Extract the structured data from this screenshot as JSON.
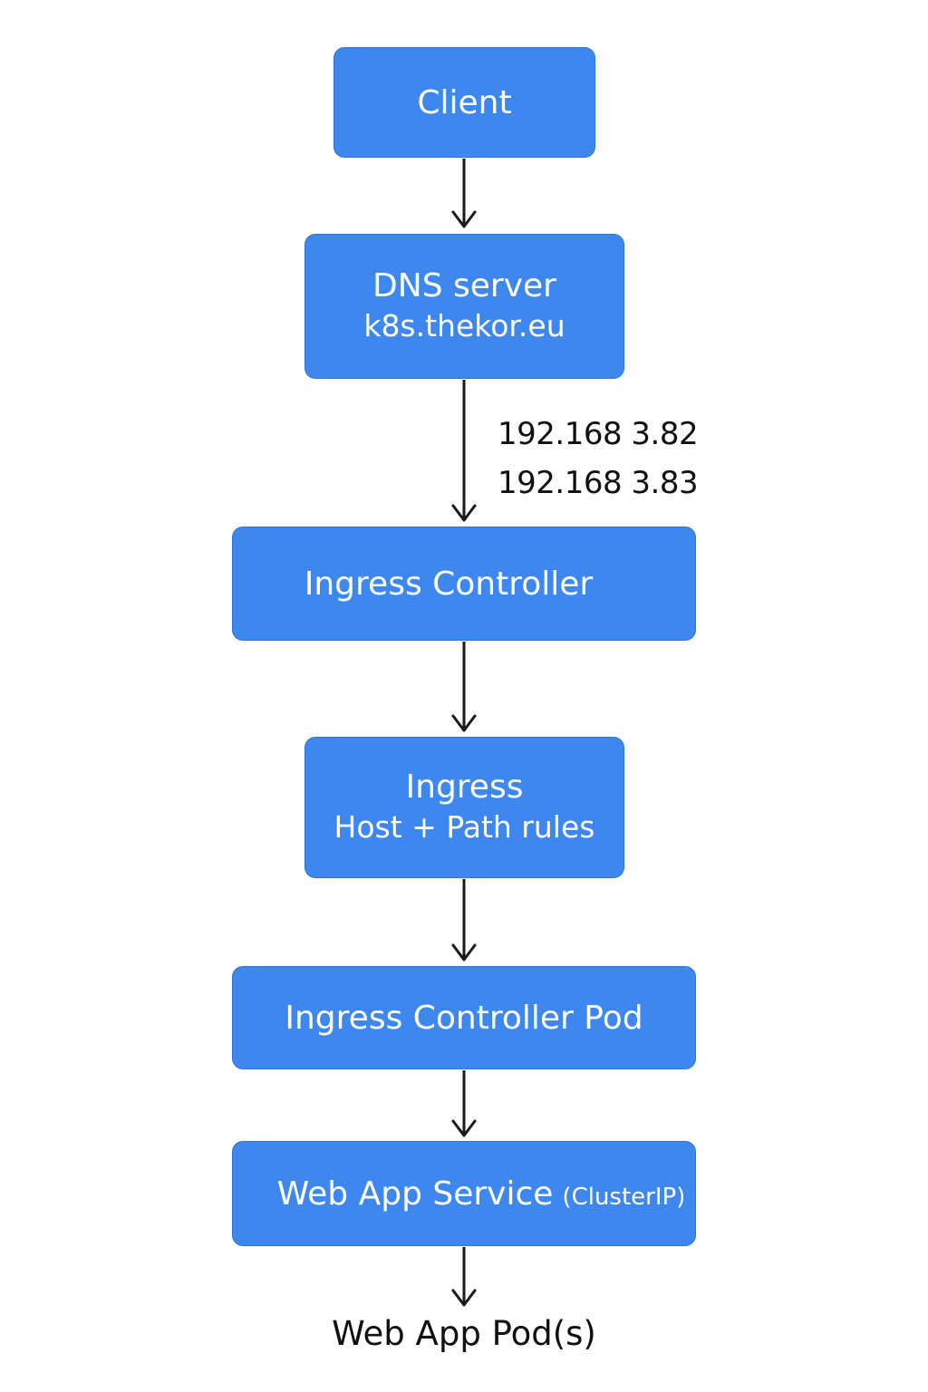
{
  "nodes": {
    "client": {
      "title": "Client"
    },
    "dns": {
      "title": "DNS server",
      "subtitle": "k8s.thekor.eu"
    },
    "ingress_controller": {
      "title": "Ingress Controller"
    },
    "ingress": {
      "title": "Ingress",
      "subtitle": "Host + Path rules"
    },
    "ingress_controller_pod": {
      "title": "Ingress Controller Pod"
    },
    "web_app_service": {
      "title": "Web App Service",
      "tag": "(ClusterIP)"
    }
  },
  "edge_labels": {
    "dns_to_ingress_controller": [
      "192.168 3.82",
      "192.168 3.83"
    ]
  },
  "terminal": {
    "label": "Web App Pod(s)"
  },
  "colors": {
    "node_fill": "#3d87ee",
    "node_text": "#ffffff",
    "arrow": "#1a1a1a",
    "label_text": "#111111"
  }
}
